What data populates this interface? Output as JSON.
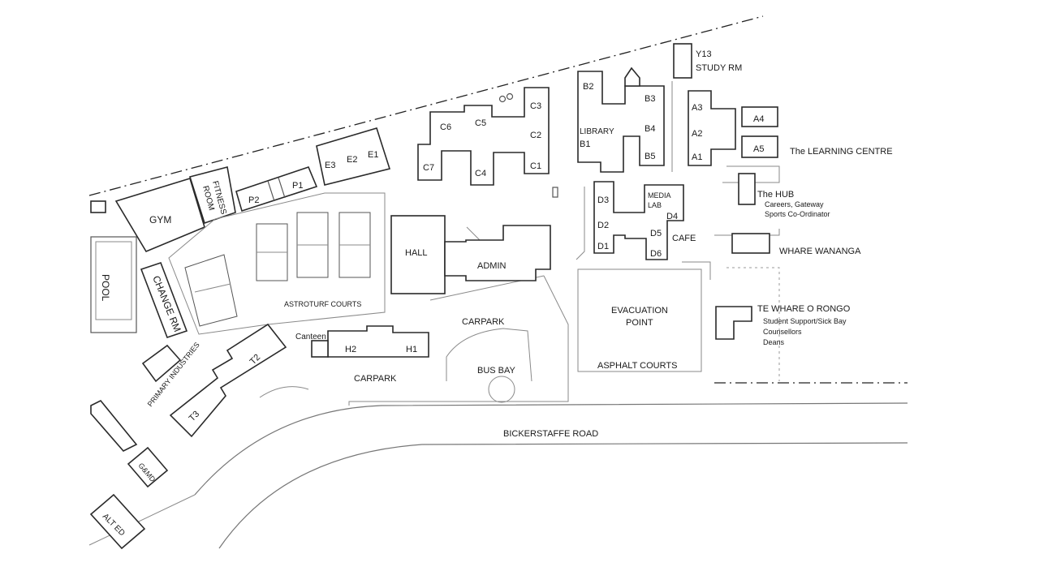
{
  "labels": {
    "gym": "GYM",
    "fitness_room_1": "FITNESS",
    "fitness_room_2": "ROOM",
    "pool": "POOL",
    "change_rm": "CHANGE RM",
    "p1": "P1",
    "p2": "P2",
    "e1": "E1",
    "e2": "E2",
    "e3": "E3",
    "c1": "C1",
    "c2": "C2",
    "c3": "C3",
    "c4": "C4",
    "c5": "C5",
    "c6": "C6",
    "c7": "C7",
    "b1": "B1",
    "b2": "B2",
    "b3": "B3",
    "b4": "B4",
    "b5": "B5",
    "library": "LIBRARY",
    "y13_1": "Y13",
    "y13_2": "STUDY RM",
    "a1": "A1",
    "a2": "A2",
    "a3": "A3",
    "a4": "A4",
    "a5": "A5",
    "learning_centre": "The LEARNING  CENTRE",
    "hub": "The HUB",
    "hub_sub_1": "Careers, Gateway",
    "hub_sub_2": "Sports Co-Ordinator",
    "d1": "D1",
    "d2": "D2",
    "d3": "D3",
    "d4": "D4",
    "d5": "D5",
    "d6": "D6",
    "media_lab_1": "MEDIA",
    "media_lab_2": "LAB",
    "cafe": "CAFE",
    "whare_wananga": "WHARE WANANGA",
    "te_whare": "TE WHARE O RONGO",
    "te_whare_sub_1": "Student Support/Sick Bay",
    "te_whare_sub_2": "Counsellors",
    "te_whare_sub_3": "Deans",
    "hall": "HALL",
    "admin": "ADMIN",
    "astroturf": "ASTROTURF COURTS",
    "canteen": "Canteen",
    "h1": "H1",
    "h2": "H2",
    "carpark_1": "CARPARK",
    "carpark_2": "CARPARK",
    "bus_bay": "BUS BAY",
    "evacuation_1": "EVACUATION",
    "evacuation_2": "POINT",
    "asphalt_courts": "ASPHALT  COURTS",
    "bickerstaffe_road": "BICKERSTAFFE  ROAD",
    "primary_industries": "PRIMARY INDUSTRIES",
    "t2": "T2",
    "t3": "T3",
    "gmd": "G&MD",
    "alt_ed": "ALT ED"
  }
}
